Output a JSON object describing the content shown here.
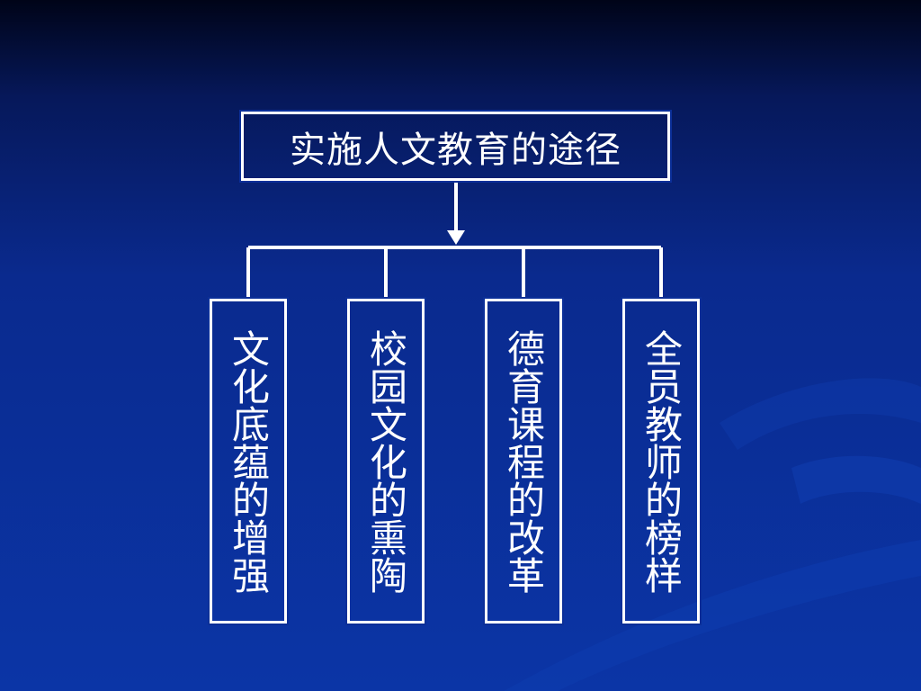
{
  "diagram": {
    "root": "实施人文教育的途径",
    "children": [
      "文化底蕴的增强",
      "校园文化的熏陶",
      "德育课程的改革",
      "全员教师的榜样"
    ]
  },
  "colors": {
    "line": "#ffffff",
    "box_border": "#ffffff",
    "text": "#ffffff"
  }
}
